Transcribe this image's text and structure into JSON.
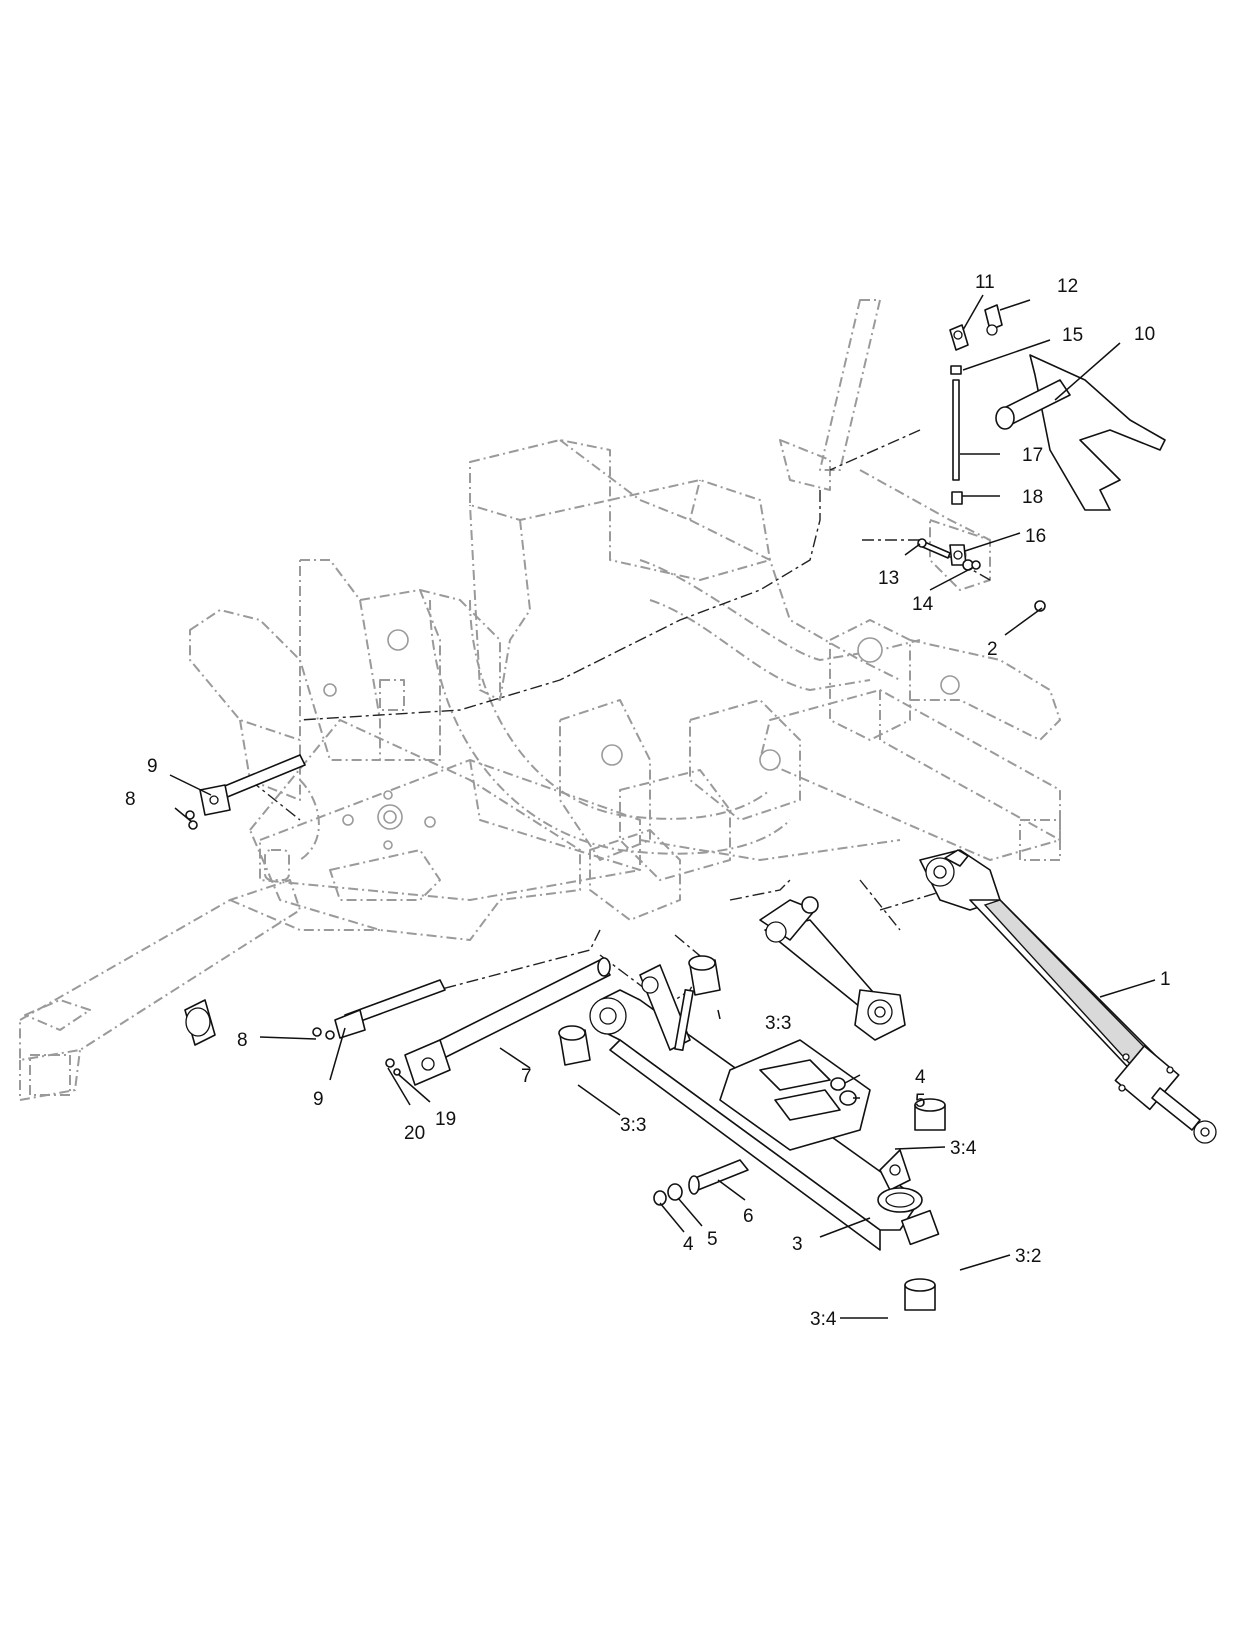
{
  "callouts": {
    "c1": "1",
    "c2": "2",
    "c3": "3",
    "c3_2": "3:2",
    "c3_3a": "3:3",
    "c3_3b": "3:3",
    "c3_4a": "3:4",
    "c3_4b": "3:4",
    "c4a": "4",
    "c4b": "4",
    "c5a": "5",
    "c5b": "5",
    "c6": "6",
    "c7": "7",
    "c8a": "8",
    "c8b": "8",
    "c9a": "9",
    "c9b": "9",
    "c10": "10",
    "c11": "11",
    "c12": "12",
    "c13": "13",
    "c14": "14",
    "c15": "15",
    "c16": "16",
    "c17": "17",
    "c18": "18",
    "c19": "19",
    "c20": "20"
  }
}
